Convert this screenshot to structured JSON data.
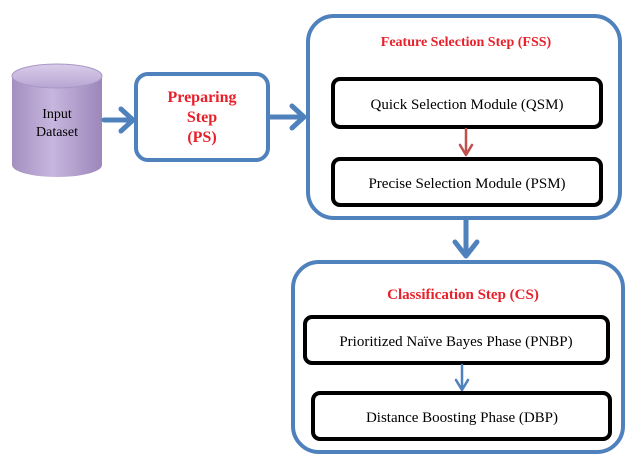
{
  "input_dataset": {
    "line1": "Input",
    "line2": "Dataset"
  },
  "preparing_step": {
    "line1": "Preparing",
    "line2": "Step",
    "line3": "(PS)"
  },
  "feature_selection_step": {
    "title": "Feature Selection Step (FSS)",
    "modules": [
      {
        "label": "Quick Selection Module (QSM)"
      },
      {
        "label": "Precise Selection Module (PSM)"
      }
    ]
  },
  "classification_step": {
    "title": "Classification Step (CS)",
    "phases": [
      {
        "label": "Prioritized Naïve Bayes Phase (PNBP)"
      },
      {
        "label": "Distance Boosting Phase (DBP)"
      }
    ]
  },
  "colors": {
    "container_border": "#4f81bd",
    "arrow_blue": "#4f81bd",
    "arrow_red": "#c0504d",
    "title_red": "#e8202a",
    "cylinder_fill": "#b9a6d3"
  }
}
